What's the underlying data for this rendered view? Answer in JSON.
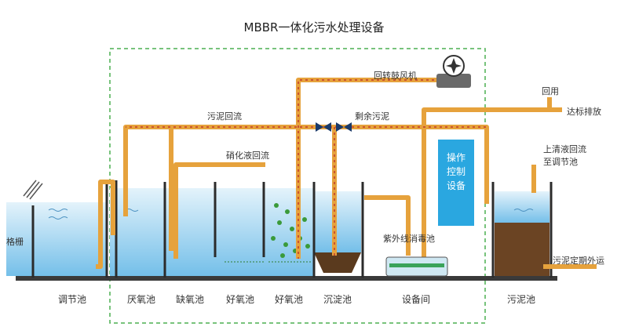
{
  "title": "MBBR一体化污水处理设备",
  "pipe_labels": {
    "blower": "回转鼓风机",
    "sludge_return": "污泥回流",
    "nitrate_return": "硝化液回流",
    "excess_sludge": "剩余污泥",
    "reuse": "回用",
    "discharge": "达标排放",
    "supernatant_return_1": "上清液回流",
    "supernatant_return_2": "至调节池",
    "screen": "格栅",
    "uv": "紫外线消毒池",
    "sludge_out": "污泥定期外运"
  },
  "control_panel": [
    "操作",
    "控制",
    "设备"
  ],
  "tanks": [
    "调节池",
    "厌氧池",
    "缺氧池",
    "好氧池",
    "好氧池",
    "沉淀池",
    "设备间",
    "污泥池"
  ],
  "colors": {
    "pipe": "#e6a23c",
    "water_top": "#d6ecf8",
    "water_bottom": "#7cc3ea",
    "wall": "#2b2b2b",
    "sludge": "#6b4423",
    "panel": "#2aa7e0",
    "dashed_border": "#4caf50",
    "bubbles": "#3a9a3a"
  }
}
